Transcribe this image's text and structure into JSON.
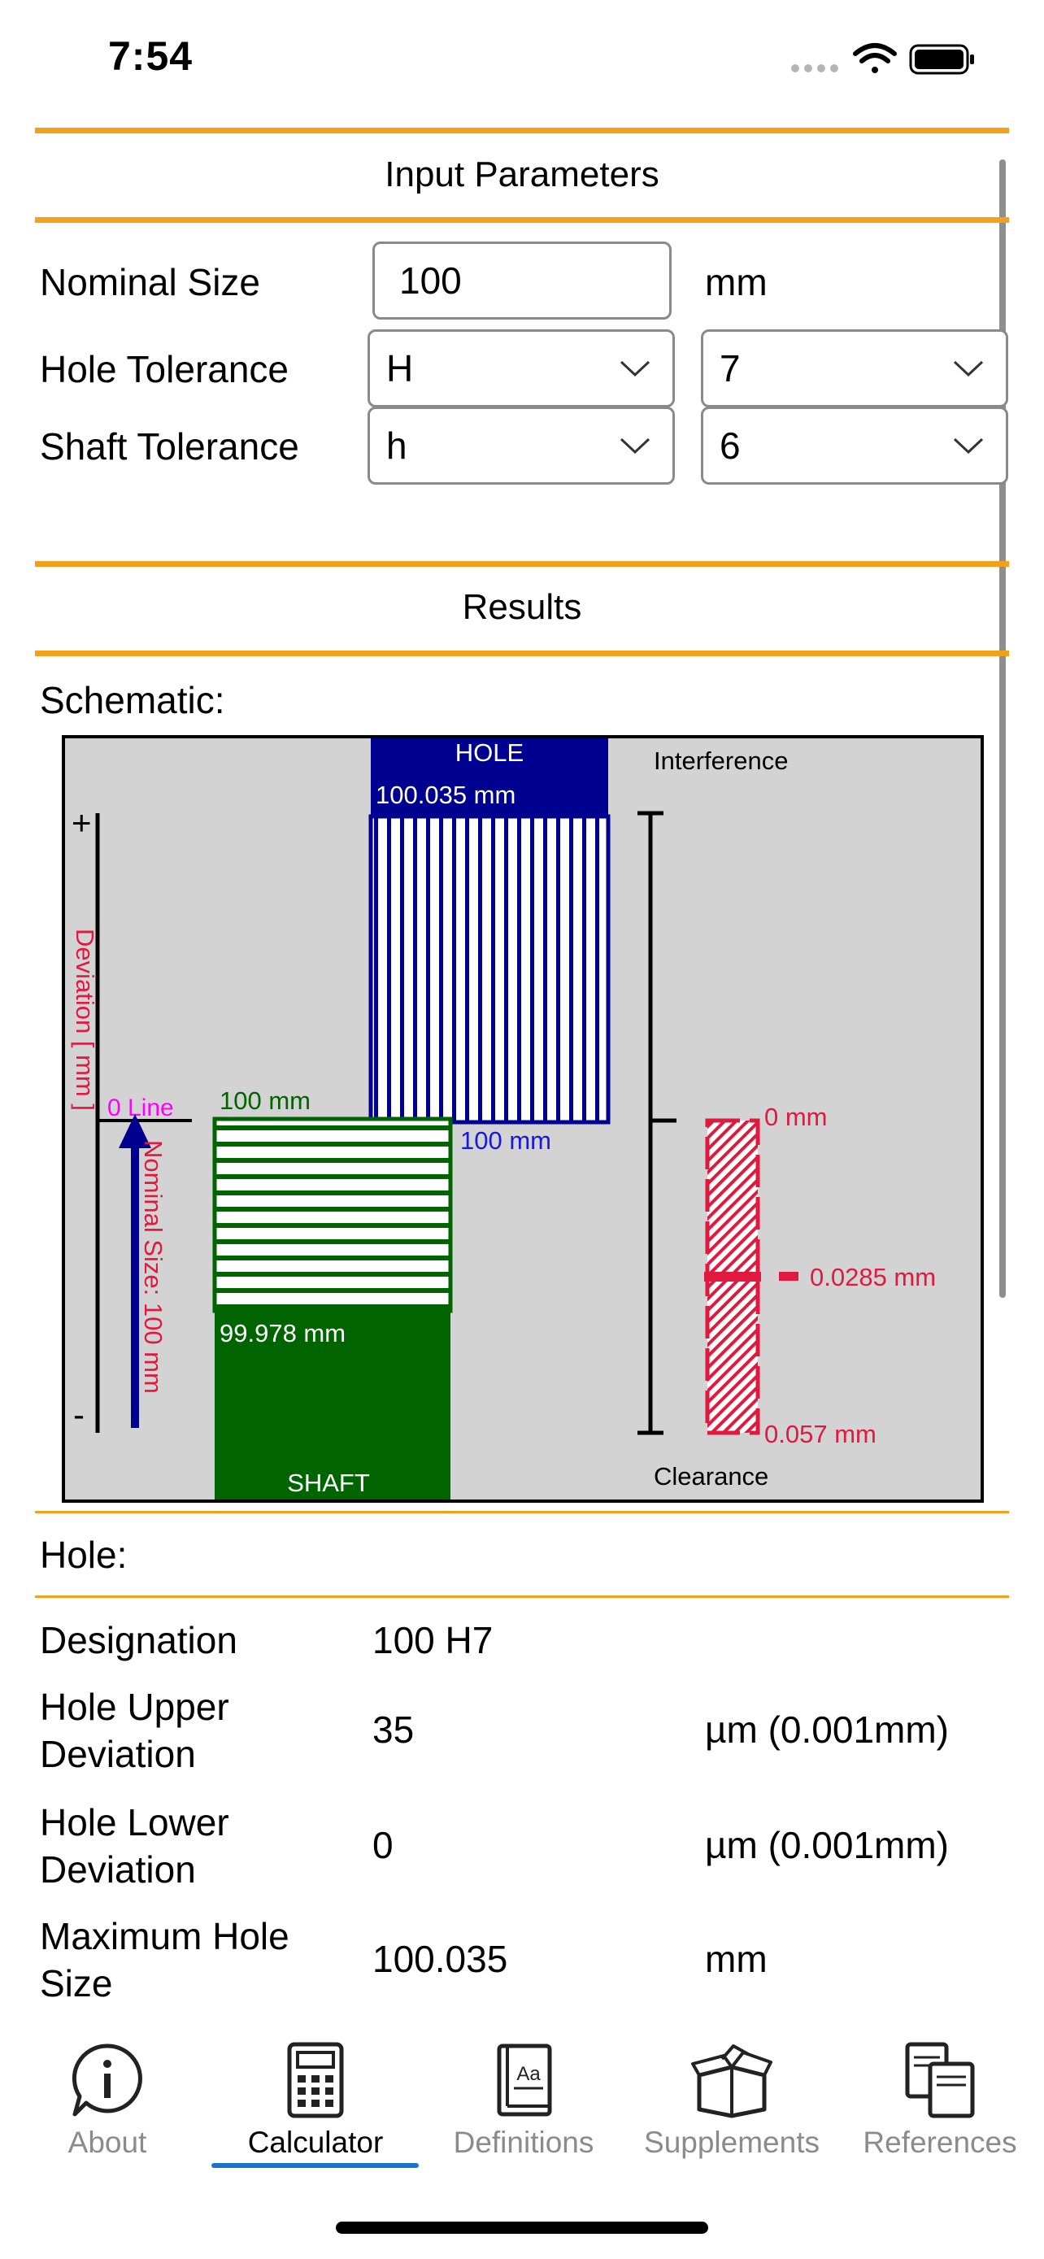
{
  "status": {
    "time": "7:54"
  },
  "input": {
    "title": "Input Parameters",
    "nominal_label": "Nominal Size",
    "nominal_value": "100",
    "nominal_unit": "mm",
    "hole_label": "Hole Tolerance",
    "hole_letter": "H",
    "hole_grade": "7",
    "shaft_label": "Shaft Tolerance",
    "shaft_letter": "h",
    "shaft_grade": "6"
  },
  "results": {
    "title": "Results",
    "schematic_label": "Schematic:"
  },
  "schematic": {
    "hole_label": "HOLE",
    "hole_upper": "100.035 mm",
    "hole_lower": "100 mm",
    "shaft_label": "SHAFT",
    "shaft_upper": "100 mm",
    "shaft_lower": "99.978 mm",
    "plus": "+",
    "minus": "-",
    "deviation_axis": "Deviation [ mm ]",
    "zero_line": "0 Line",
    "nominal_arrow": "Nominal Size: 100 mm",
    "interference": "Interference",
    "clearance": "Clearance",
    "fit_min": "0 mm",
    "fit_mid": "0.0285 mm",
    "fit_max": "0.057 mm",
    "colors": {
      "hole": "#000090",
      "shaft": "#006400",
      "fit": "#e0193f",
      "zero": "#ff00ff",
      "background": "#d3d3d3"
    }
  },
  "hole_section": {
    "title": "Hole:",
    "rows": [
      {
        "label": "Designation",
        "value": "100 H7",
        "unit": ""
      },
      {
        "label": "Hole Upper Deviation",
        "value": "35",
        "unit": "µm (0.001mm)"
      },
      {
        "label": "Hole Lower Deviation",
        "value": "0",
        "unit": "µm (0.001mm)"
      },
      {
        "label": "Maximum Hole Size",
        "value": "100.035",
        "unit": "mm"
      }
    ]
  },
  "tabs": [
    {
      "label": "About",
      "icon": "info-bubble-icon"
    },
    {
      "label": "Calculator",
      "icon": "calculator-icon"
    },
    {
      "label": "Definitions",
      "icon": "dictionary-icon"
    },
    {
      "label": "Supplements",
      "icon": "open-box-icon"
    },
    {
      "label": "References",
      "icon": "books-icon"
    }
  ],
  "active_tab": "Calculator"
}
